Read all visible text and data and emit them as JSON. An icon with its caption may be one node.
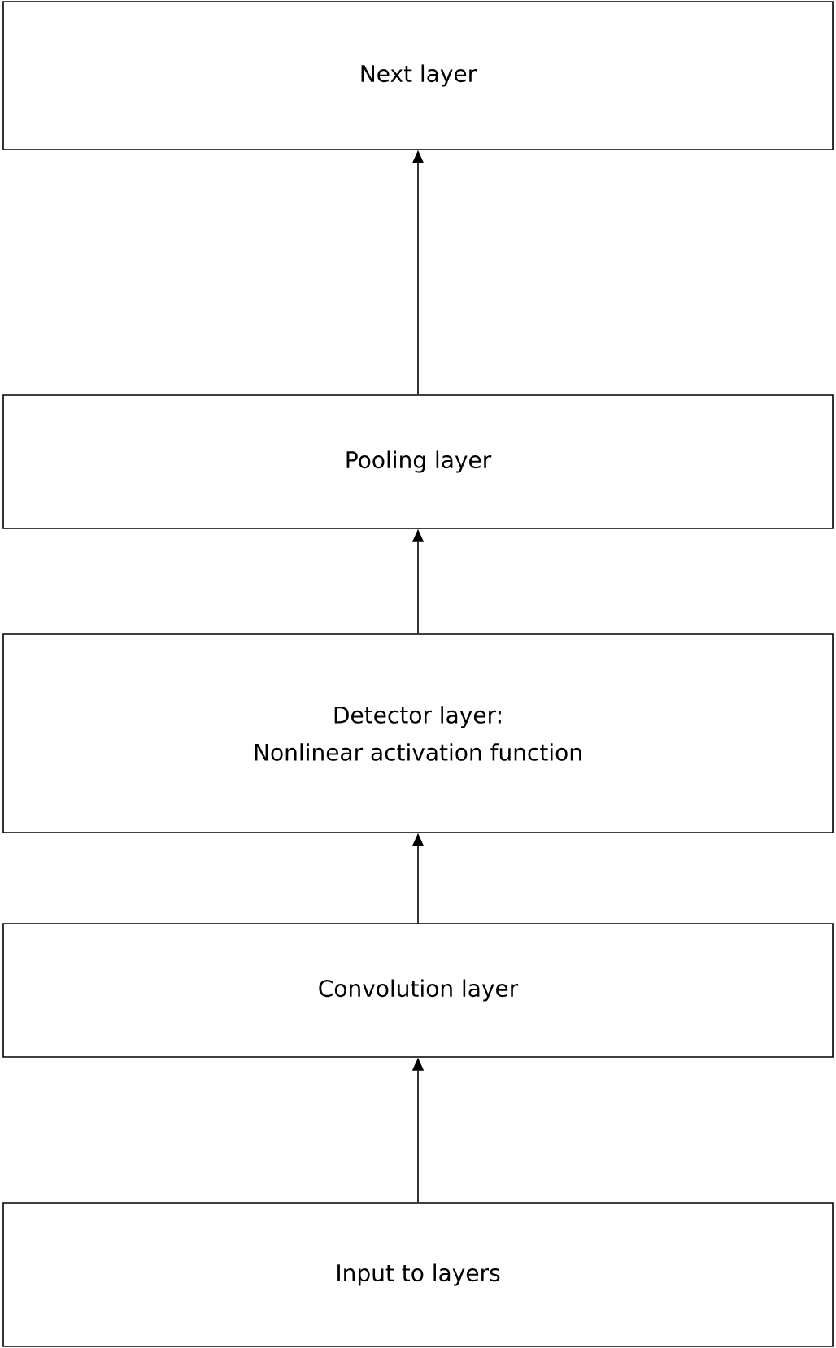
{
  "diagram": {
    "nodes": [
      {
        "text": [
          "Next layer"
        ]
      },
      {
        "text": [
          "Pooling layer"
        ]
      },
      {
        "text": [
          "Detector layer:",
          "Nonlinear activation function"
        ]
      },
      {
        "text": [
          "Convolution layer"
        ]
      },
      {
        "text": [
          "Input to layers"
        ]
      }
    ],
    "edges": [
      {
        "from": 4,
        "to": 3,
        "arrow": "to"
      },
      {
        "from": 3,
        "to": 2,
        "arrow": "to"
      },
      {
        "from": 2,
        "to": 1,
        "arrow": "to"
      },
      {
        "from": 1,
        "to": 0,
        "arrow": "to"
      }
    ]
  }
}
